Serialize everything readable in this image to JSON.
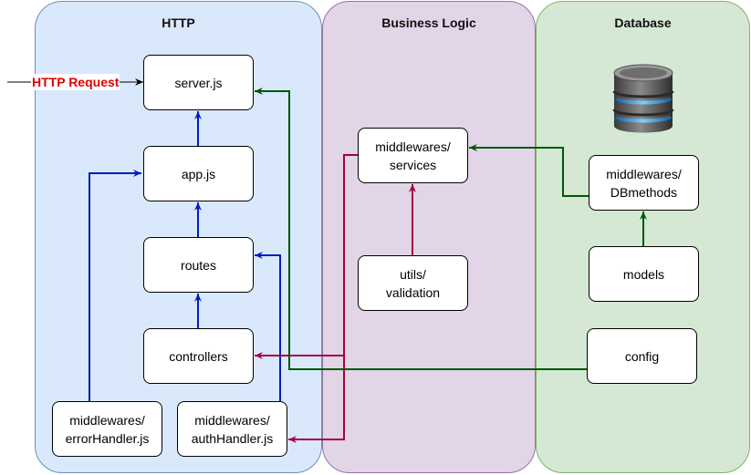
{
  "lanes": {
    "http": "HTTP",
    "business_logic": "Business Logic",
    "database": "Database"
  },
  "request_label": "HTTP Request",
  "nodes": {
    "server": "server.js",
    "app": "app.js",
    "routes": "routes",
    "controllers": "controllers",
    "error_handler": "middlewares/\nerrorHandler.js",
    "auth_handler": "middlewares/\nauthHandler.js",
    "services": "middlewares/\nservices",
    "validation": "utils/\nvalidation",
    "db_methods": "middlewares/\nDBmethods",
    "models": "models",
    "config": "config"
  },
  "icons": {
    "database": "database-icon"
  },
  "colors": {
    "http_fill": "#dae8fc",
    "business_fill": "#e1d5e7",
    "database_fill": "#d5e8d4",
    "blue_arrow": "#001dbc",
    "crimson_arrow": "#a50040",
    "green_arrow": "#005700",
    "request_text": "#e00000"
  }
}
